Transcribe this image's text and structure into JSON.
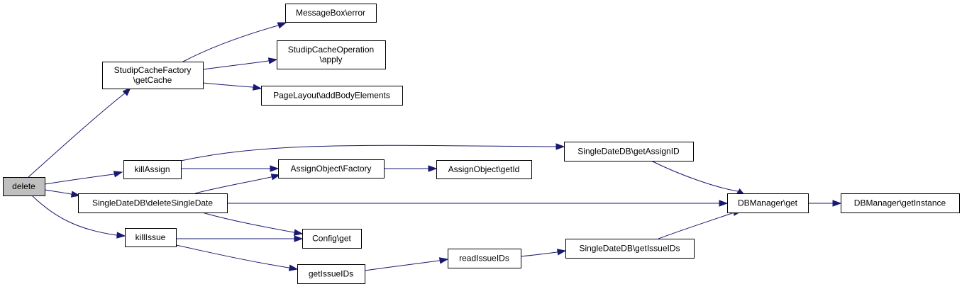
{
  "graph": {
    "edge_color": "#191970",
    "root_fill": "#bfbfbf",
    "nodes": [
      {
        "id": "delete",
        "lines": [
          "delete"
        ],
        "root": true
      },
      {
        "id": "cache",
        "lines": [
          "StudipCacheFactory",
          "\\getCache"
        ]
      },
      {
        "id": "msgbox",
        "lines": [
          "MessageBox\\error"
        ]
      },
      {
        "id": "cacheop",
        "lines": [
          "StudipCacheOperation",
          "\\apply"
        ]
      },
      {
        "id": "pagelayout",
        "lines": [
          "PageLayout\\addBodyElements"
        ]
      },
      {
        "id": "killassign",
        "lines": [
          "killAssign"
        ]
      },
      {
        "id": "deletesingle",
        "lines": [
          "SingleDateDB\\deleteSingleDate"
        ]
      },
      {
        "id": "killissue",
        "lines": [
          "killIssue"
        ]
      },
      {
        "id": "assignfactory",
        "lines": [
          "AssignObject\\Factory"
        ]
      },
      {
        "id": "assigngetid",
        "lines": [
          "AssignObject\\getId"
        ]
      },
      {
        "id": "configget",
        "lines": [
          "Config\\get"
        ]
      },
      {
        "id": "getissueids",
        "lines": [
          "getIssueIDs"
        ]
      },
      {
        "id": "readissueids",
        "lines": [
          "readIssueIDs"
        ]
      },
      {
        "id": "sdb_assign",
        "lines": [
          "SingleDateDB\\getAssignID"
        ]
      },
      {
        "id": "sdb_issue",
        "lines": [
          "SingleDateDB\\getIssueIDs"
        ]
      },
      {
        "id": "dbget",
        "lines": [
          "DBManager\\get"
        ]
      },
      {
        "id": "dbinst",
        "lines": [
          "DBManager\\getInstance"
        ]
      }
    ],
    "edges": [
      {
        "from": "delete",
        "to": "cache"
      },
      {
        "from": "delete",
        "to": "killassign"
      },
      {
        "from": "delete",
        "to": "deletesingle"
      },
      {
        "from": "delete",
        "to": "killissue"
      },
      {
        "from": "cache",
        "to": "msgbox"
      },
      {
        "from": "cache",
        "to": "cacheop"
      },
      {
        "from": "cache",
        "to": "pagelayout"
      },
      {
        "from": "killassign",
        "to": "sdb_assign"
      },
      {
        "from": "killassign",
        "to": "assignfactory"
      },
      {
        "from": "deletesingle",
        "to": "assignfactory"
      },
      {
        "from": "deletesingle",
        "to": "dbget"
      },
      {
        "from": "deletesingle",
        "to": "configget"
      },
      {
        "from": "killissue",
        "to": "configget"
      },
      {
        "from": "killissue",
        "to": "getissueids"
      },
      {
        "from": "assignfactory",
        "to": "assigngetid"
      },
      {
        "from": "getissueids",
        "to": "readissueids"
      },
      {
        "from": "readissueids",
        "to": "sdb_issue"
      },
      {
        "from": "sdb_assign",
        "to": "dbget"
      },
      {
        "from": "sdb_issue",
        "to": "dbget"
      },
      {
        "from": "dbget",
        "to": "dbinst"
      }
    ]
  }
}
